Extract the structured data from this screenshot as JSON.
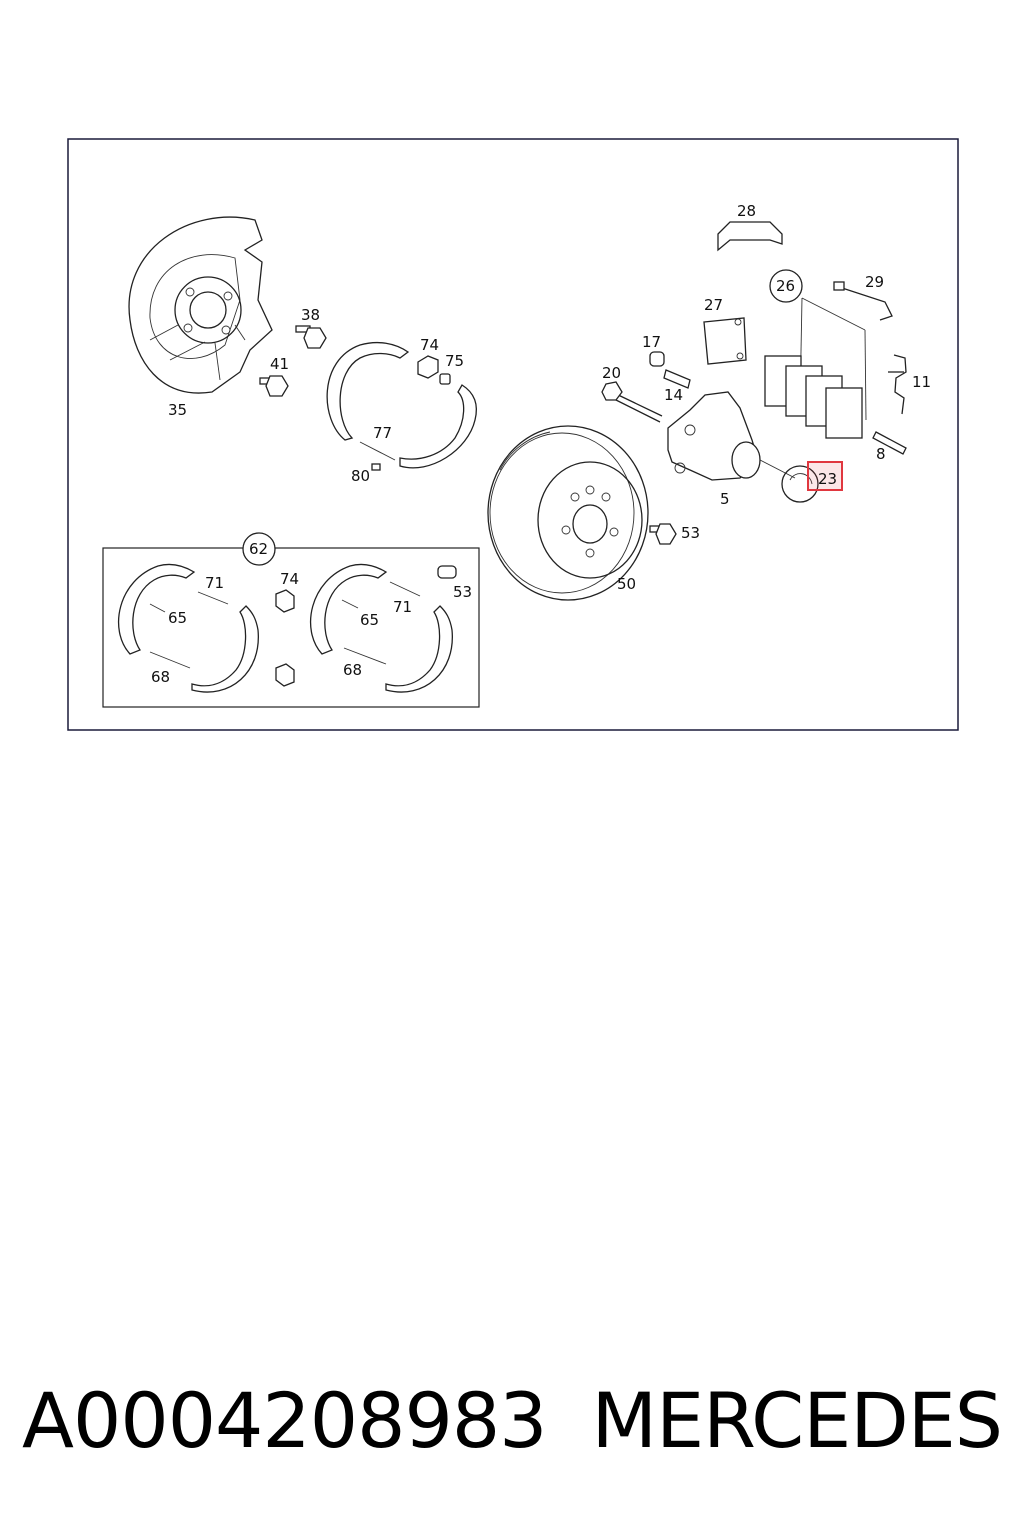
{
  "diagram": {
    "callouts": {
      "c35": "35",
      "c38": "38",
      "c41": "41",
      "c74a": "74",
      "c75": "75",
      "c77": "77",
      "c80": "80",
      "c28": "28",
      "c26": "26",
      "c29": "29",
      "c27": "27",
      "c17": "17",
      "c14": "14",
      "c20": "20",
      "c11": "11",
      "c8": "8",
      "c5": "5",
      "c23": "23",
      "c53a": "53",
      "c50": "50",
      "c62": "62",
      "c71a": "71",
      "c74b": "74",
      "c53b": "53",
      "c65a": "65",
      "c65b": "65",
      "c71b": "71",
      "c68a": "68",
      "c68b": "68"
    },
    "highlight_color": "#e0373f",
    "frame_color": "#1a1a3a"
  },
  "caption": {
    "part_number": "A0004208983",
    "brand": "MERCEDES"
  }
}
